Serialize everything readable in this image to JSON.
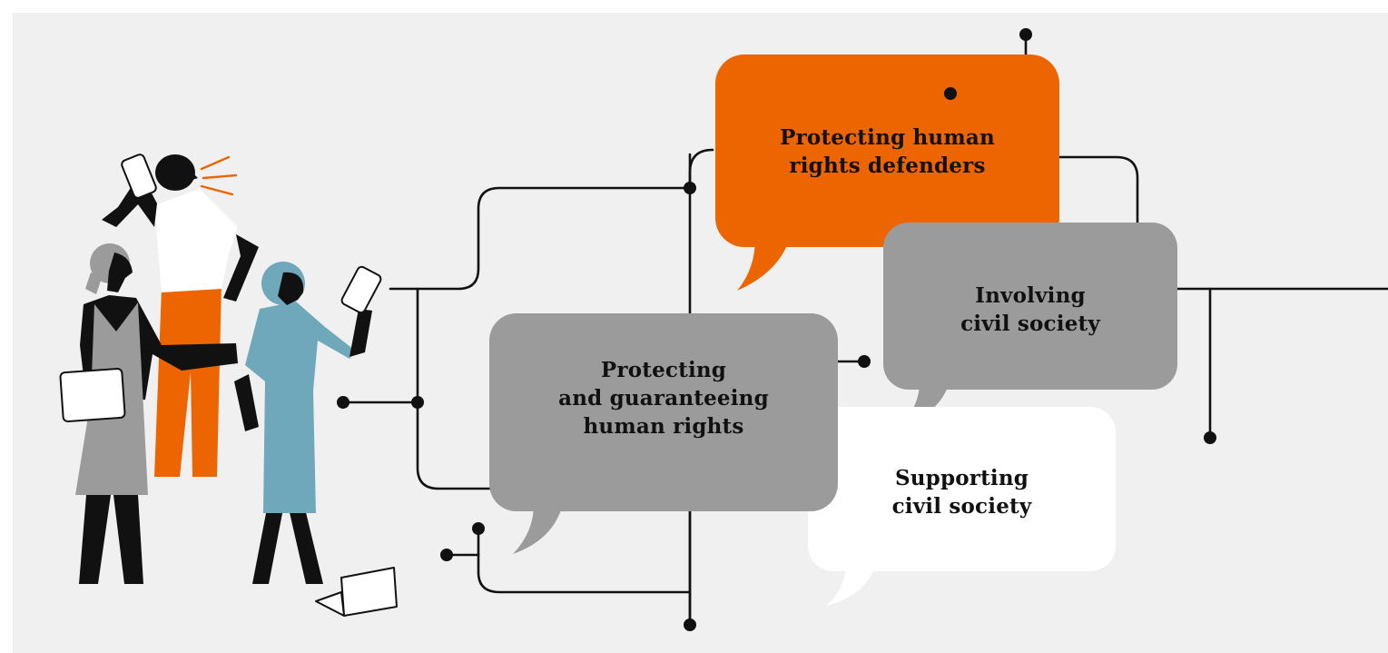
{
  "colors": {
    "background": "#f0f0f0",
    "orange": "#ec6500",
    "gray": "#9b9b9b",
    "white": "#ffffff",
    "line": "#111111",
    "blue": "#6fa8bb"
  },
  "bubbles": {
    "defenders": {
      "line1": "Protecting human",
      "line2": "rights defenders"
    },
    "involving": {
      "line1": "Involving",
      "line2": "civil society"
    },
    "human_rights": {
      "line1": "Protecting",
      "line2": "and guaranteeing",
      "line3": "human rights"
    },
    "supporting": {
      "line1": "Supporting",
      "line2": "civil society"
    }
  },
  "icons": [
    "megaphone-shout-lines",
    "smartphone",
    "tablet",
    "laptop",
    "connector-dot"
  ]
}
